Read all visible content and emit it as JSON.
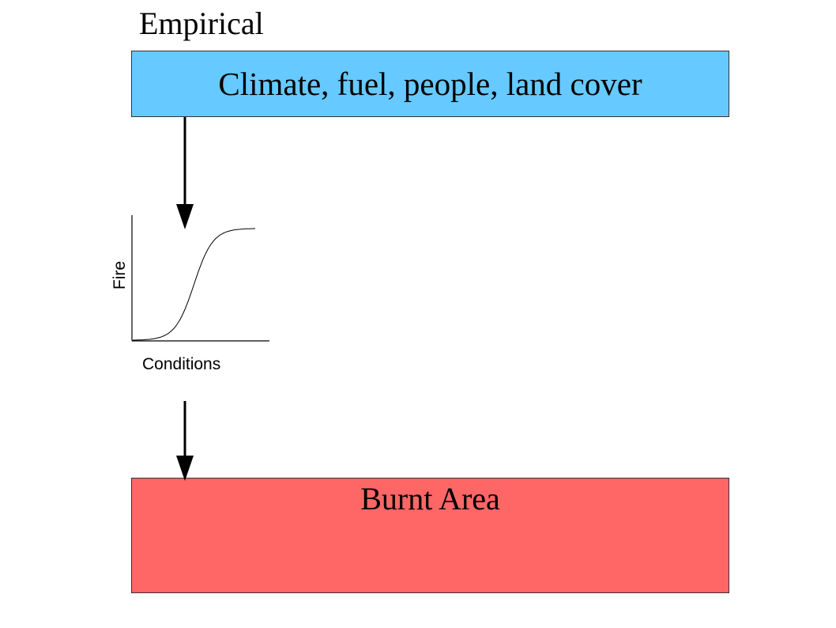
{
  "diagram": {
    "heading": "Empirical",
    "input_box": {
      "label": "Climate, fuel, people, land cover",
      "color": "#66c9ff"
    },
    "output_box": {
      "label": "Burnt Area",
      "color": "#ff6666"
    },
    "response_curve": {
      "xlabel": "Conditions",
      "ylabel": "Fire",
      "shape": "sigmoid"
    }
  }
}
